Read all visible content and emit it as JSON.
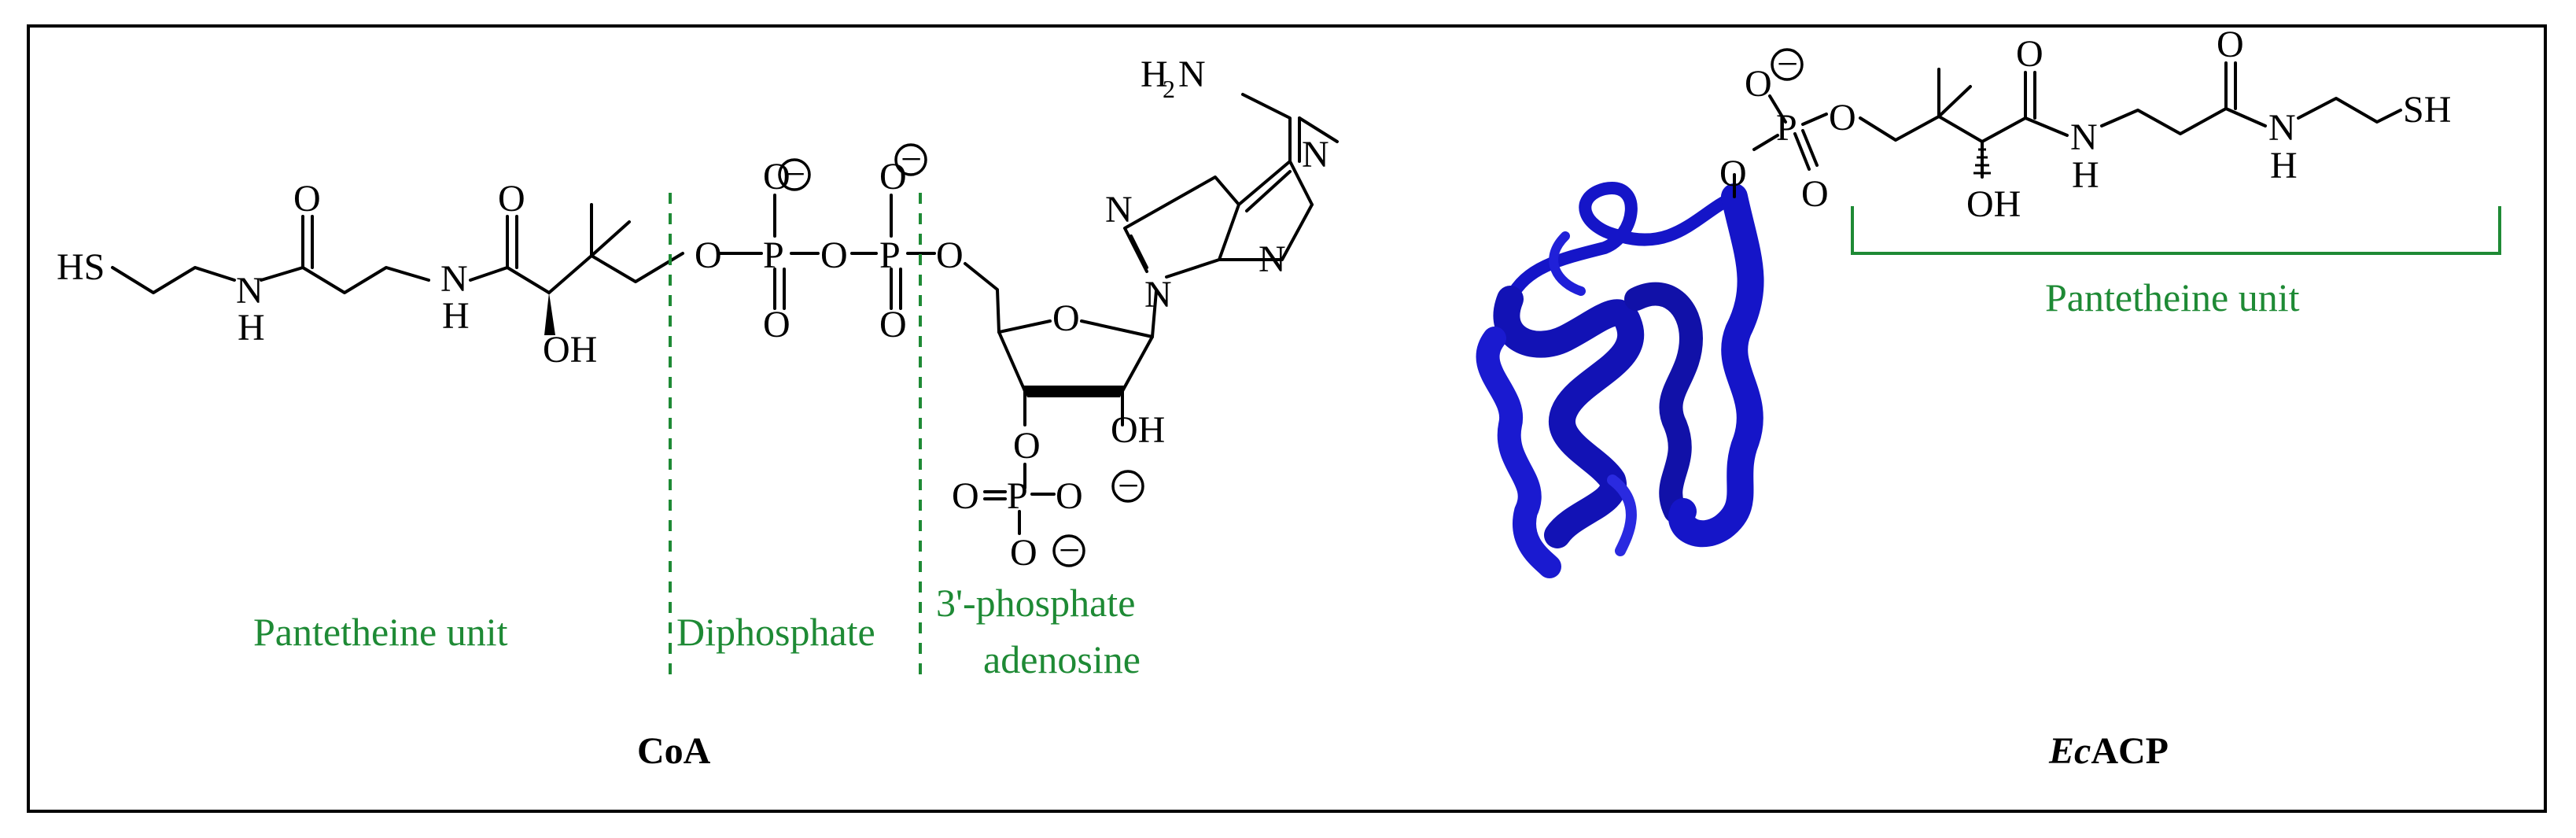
{
  "colors": {
    "annotation": "#1e8a35",
    "protein": "#1515c8",
    "frame": "#000000"
  },
  "coa": {
    "caption": "CoA",
    "regions": {
      "pantetheine": "Pantetheine unit",
      "diphosphate": "Diphosphate",
      "phosphate_adenosine_line1": "3'-phosphate",
      "phosphate_adenosine_line2": "adenosine"
    },
    "atoms": {
      "thiol": "HS",
      "amide_n": "N",
      "amide_h": "H",
      "carbonyl_o": "O",
      "hydroxyl": "OH",
      "ester_o": "O",
      "phosphorus": "P",
      "amine": "H",
      "amine_sub": "2",
      "amine_n": "N",
      "ring_n": "N",
      "ring_o": "O",
      "minus": "−"
    }
  },
  "ecacp": {
    "caption_italic": "Ec",
    "caption_rest": "ACP",
    "region": "Pantetheine unit",
    "atoms": {
      "thiol": "SH",
      "amide_n": "N",
      "amide_h": "H",
      "carbonyl_o": "O",
      "hydroxyl": "OH",
      "ester_o": "O",
      "phosphorus": "P",
      "minus": "−"
    }
  }
}
